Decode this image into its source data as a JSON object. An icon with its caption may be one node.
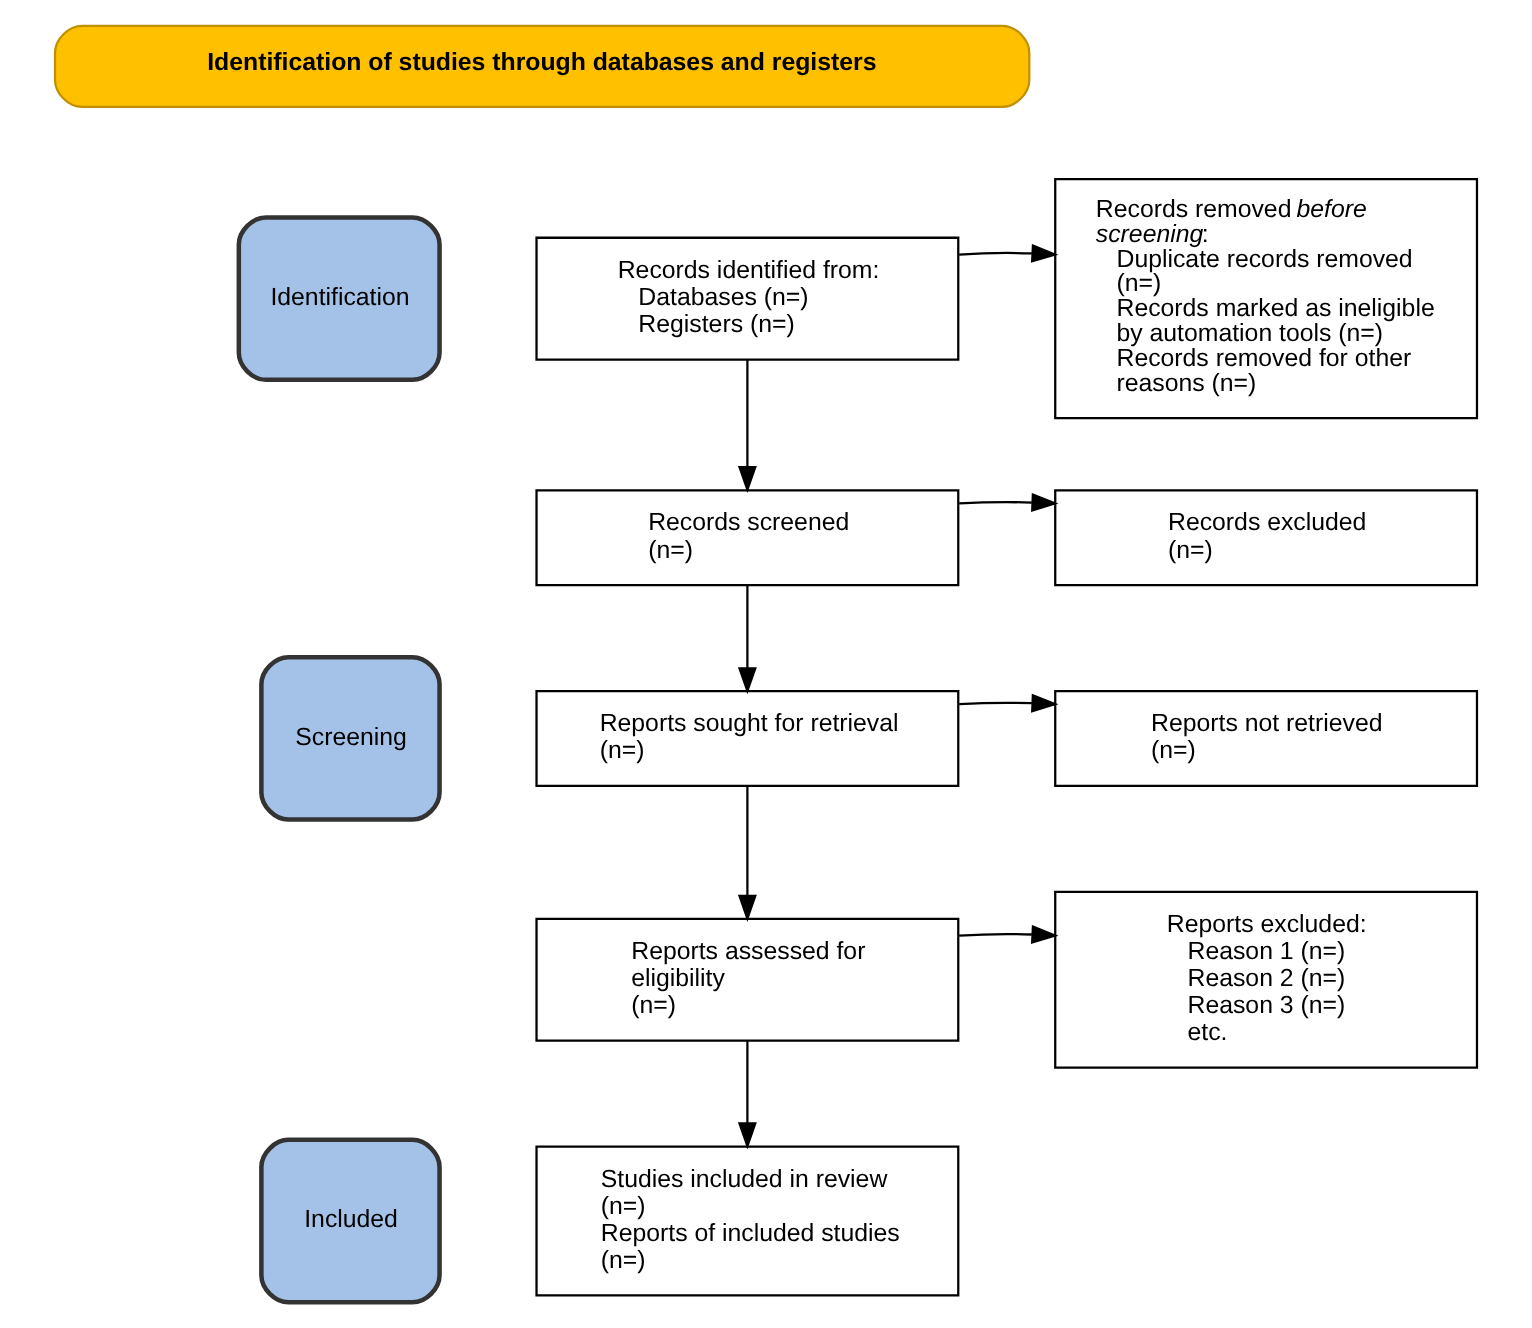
{
  "diagram": {
    "nodes": [
      {
        "text": [
          "Identification of studies through databases and registers"
        ]
      },
      {
        "text": [
          "Identification"
        ]
      },
      {
        "text": [
          "Screening"
        ]
      },
      {
        "text": [
          "Included"
        ]
      },
      {
        "text": [
          "Records identified from:",
          "Databases (n=)",
          "Registers (n=)"
        ]
      },
      {
        "text": [
          "Records removed *before screening*:",
          "Duplicate records removed (n=)",
          "Records marked as ineligible by automation tools (n=)",
          "Records removed for other reasons (n=)"
        ]
      },
      {
        "text": [
          "Records screened",
          "(n=)"
        ]
      },
      {
        "text": [
          "Records excluded",
          "(n=)"
        ]
      },
      {
        "text": [
          "Reports sought for retrieval",
          "(n=)"
        ]
      },
      {
        "text": [
          "Reports not retrieved",
          "(n=)"
        ]
      },
      {
        "text": [
          "Reports assessed for eligibility",
          "(n=)"
        ]
      },
      {
        "text": [
          "Reports excluded:",
          "Reason 1 (n=)",
          "Reason 2 (n=)",
          "Reason 3 (n=)",
          "etc."
        ]
      },
      {
        "text": [
          "Studies included in review",
          "(n=)",
          "Reports of included studies",
          "(n=)"
        ]
      }
    ],
    "edges": [
      {
        "from": 4,
        "to": 5,
        "arrow": "to"
      },
      {
        "from": 4,
        "to": 6,
        "arrow": "to"
      },
      {
        "from": 6,
        "to": 7,
        "arrow": "to"
      },
      {
        "from": 6,
        "to": 8,
        "arrow": "to"
      },
      {
        "from": 8,
        "to": 9,
        "arrow": "to"
      },
      {
        "from": 8,
        "to": 10,
        "arrow": "to"
      },
      {
        "from": 10,
        "to": 11,
        "arrow": "to"
      },
      {
        "from": 10,
        "to": 12,
        "arrow": "to"
      }
    ]
  }
}
